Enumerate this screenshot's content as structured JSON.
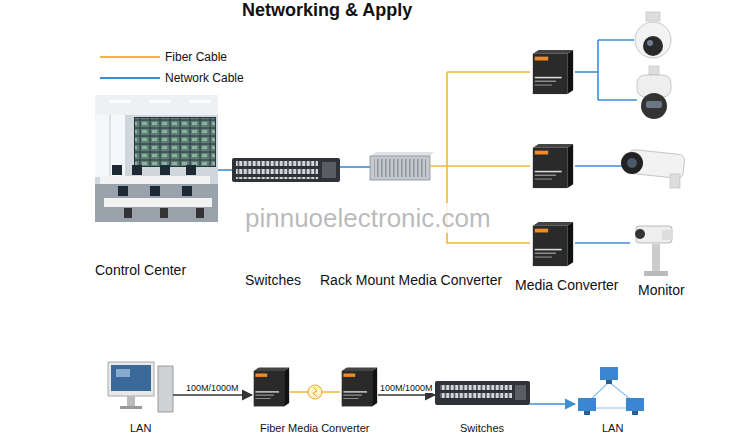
{
  "diagram": {
    "title": "Networking & Apply",
    "nodes": [
      {
        "text": [
          "Control Center"
        ]
      },
      {
        "text": [
          "Switches"
        ]
      },
      {
        "text": [
          "Rack Mount Media Converter"
        ]
      },
      {
        "text": [
          "Media Converter"
        ]
      },
      {
        "text": [
          "Monitor"
        ]
      },
      {
        "text": [
          "LAN"
        ]
      },
      {
        "text": [
          "Fiber Media Converter"
        ]
      },
      {
        "text": [
          "Switches"
        ]
      },
      {
        "text": [
          "LAN"
        ]
      }
    ],
    "edges": [
      {
        "from": 0,
        "to": 1,
        "arrow": "none"
      },
      {
        "from": 1,
        "to": 2,
        "arrow": "none"
      },
      {
        "from": 2,
        "to": 3,
        "arrow": "none"
      },
      {
        "from": 3,
        "to": 4,
        "arrow": "none"
      },
      {
        "from": 5,
        "to": 6,
        "label": "100M/1000M",
        "arrow": "to"
      },
      {
        "from": 6,
        "to": 7,
        "label": "100M/1000M",
        "arrow": "to"
      },
      {
        "from": 7,
        "to": 8,
        "arrow": "to"
      }
    ],
    "labels": [
      "pinnuoelectronic.com"
    ],
    "legend": [
      {
        "text": "Fiber Cable"
      },
      {
        "text": "Network Cable"
      }
    ]
  }
}
